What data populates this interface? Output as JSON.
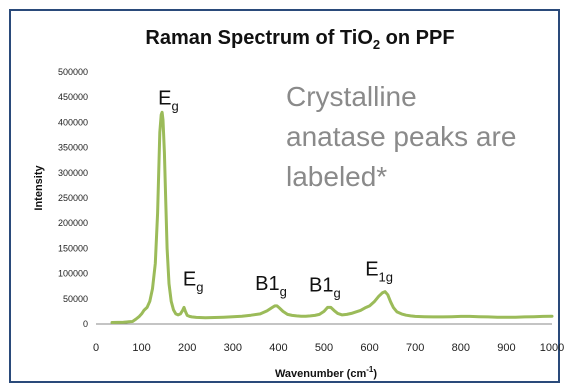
{
  "chart_data": {
    "type": "line",
    "title": "Raman Spectrum of TiO",
    "title_subscript": "2",
    "title_suffix": " on PPF",
    "xlabel": "Wavenumber (cm",
    "xlabel_superscript": "-1",
    "xlabel_suffix": ")",
    "ylabel": "Intensity",
    "xlim": [
      0,
      1000
    ],
    "ylim": [
      0,
      500000
    ],
    "x_ticks": [
      "0",
      "100",
      "200",
      "300",
      "400",
      "500",
      "600",
      "700",
      "800",
      "900",
      "1000"
    ],
    "y_ticks": [
      "0",
      "50000",
      "100000",
      "150000",
      "200000",
      "250000",
      "300000",
      "350000",
      "400000",
      "450000",
      "500000"
    ],
    "grid": false,
    "series_color": "#9bbb59",
    "series": [
      {
        "x": [
          35,
          60,
          80,
          88,
          95,
          100,
          105,
          112,
          118,
          124,
          130,
          135,
          140,
          143,
          145,
          147,
          150,
          153,
          156,
          160,
          165,
          170,
          175,
          180,
          185,
          190,
          193,
          196,
          200,
          205,
          210,
          220,
          240,
          260,
          280,
          300,
          320,
          340,
          360,
          375,
          385,
          392,
          397,
          402,
          410,
          420,
          430,
          440,
          450,
          460,
          470,
          480,
          490,
          500,
          508,
          515,
          522,
          530,
          540,
          550,
          560,
          570,
          580,
          590,
          600,
          610,
          620,
          628,
          634,
          640,
          646,
          652,
          660,
          670,
          680,
          690,
          700,
          720,
          740,
          760,
          780,
          800,
          820,
          840,
          860,
          880,
          900,
          920,
          940,
          960,
          980,
          1000
        ],
        "y": [
          3000,
          3500,
          5000,
          10000,
          15000,
          20000,
          27000,
          33000,
          45000,
          70000,
          120000,
          220000,
          380000,
          415000,
          420000,
          405000,
          340000,
          240000,
          150000,
          80000,
          45000,
          28000,
          20000,
          18000,
          20000,
          27000,
          33000,
          25000,
          17000,
          15000,
          14000,
          13000,
          12500,
          12800,
          13500,
          14500,
          15500,
          17500,
          20000,
          26000,
          32000,
          36000,
          36000,
          32000,
          25000,
          19000,
          17000,
          16000,
          15500,
          15500,
          16000,
          17000,
          19000,
          25000,
          33000,
          33000,
          27000,
          21000,
          18000,
          19000,
          21000,
          24000,
          27000,
          32000,
          36000,
          44000,
          55000,
          62000,
          64000,
          58000,
          44000,
          33000,
          24000,
          20000,
          17500,
          16000,
          15000,
          14500,
          14000,
          14000,
          14500,
          15000,
          15000,
          14500,
          14000,
          13500,
          13500,
          13500,
          14000,
          14500,
          15000,
          15500
        ]
      }
    ],
    "peak_labels": [
      {
        "main": "E",
        "sub": "g",
        "x": 150,
        "y": 420000
      },
      {
        "main": "E",
        "sub": "g",
        "x": 200,
        "y": 33000
      },
      {
        "main": "B1",
        "sub": "g",
        "x": 397,
        "y": 36000
      },
      {
        "main": "B1",
        "sub": "g",
        "x": 515,
        "y": 33000
      },
      {
        "main": "E",
        "sub": "1g",
        "x": 634,
        "y": 64000
      }
    ],
    "annotation": [
      "Crystalline",
      "anatase peaks are",
      "labeled*"
    ]
  }
}
